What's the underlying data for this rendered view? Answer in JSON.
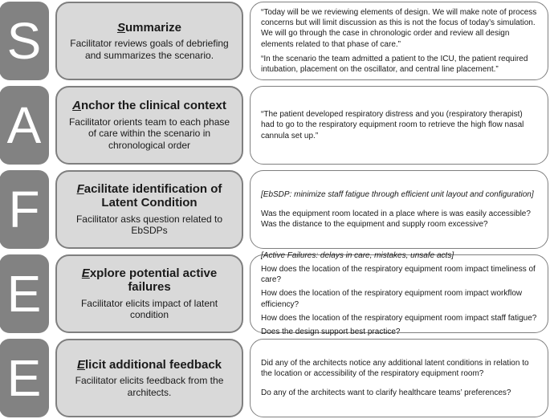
{
  "colors": {
    "letter_badge": "#828282",
    "step_card_fill": "#d9d9d9",
    "card_border": "#7f7f7f",
    "panel_fill": "#ffffff",
    "text": "#1a1a1a"
  },
  "rows": [
    {
      "letter": "S",
      "title_initial": "S",
      "title_rest": "ummarize",
      "description": "Facilitator reviews goals of debriefing and summarizes the scenario.",
      "panel": [
        {
          "text": "“Today will be we reviewing elements of design. We will make note of process concerns but will limit discussion as this is not the focus of today’s simulation. We will go through the case in chronologic order and review all design elements related to that phase of care.”"
        },
        {
          "text": "“In the scenario the team admitted a patient to the ICU, the patient required intubation, placement on the oscillator, and central line placement.”"
        }
      ]
    },
    {
      "letter": "A",
      "title_initial": "A",
      "title_rest": "nchor the clinical context",
      "description": "Facilitator orients team to each phase of care within the scenario in chronological order",
      "panel": [
        {
          "text": "“The patient developed respiratory distress and you (respiratory therapist) had to go to the respiratory equipment room to retrieve the high flow nasal cannula set up.”"
        }
      ]
    },
    {
      "letter": "F",
      "title_initial": "F",
      "title_rest": "acilitate identification of Latent Condition",
      "description": "Facilitator asks question related to EbSDPs",
      "panel": [
        {
          "text": "[EbSDP: minimize staff fatigue through efficient unit layout and configuration]"
        },
        {
          "text": "Was the equipment room located in a place where is was easily accessible? Was the distance to the equipment and supply room excessive?"
        }
      ]
    },
    {
      "letter": "E",
      "title_initial": "E",
      "title_rest": "xplore potential active failures",
      "description": "Facilitator elicits impact of latent condition",
      "panel": [
        {
          "text": "[Active Failures: delays in care, mistakes, unsafe acts]"
        },
        {
          "text": "How does the location of the respiratory equipment room impact timeliness of care?"
        },
        {
          "text": "How does the location of the respiratory equipment room impact workflow efficiency?"
        },
        {
          "text": "How does the location of the respiratory equipment room impact staff fatigue?"
        },
        {
          "text": "Does the design support best practice?"
        }
      ]
    },
    {
      "letter": "E",
      "title_initial": "E",
      "title_rest": "licit additional feedback",
      "description": "Facilitator elicits feedback from the architects.",
      "panel": [
        {
          "text": "Did any of the architects notice any additional latent conditions in relation to the location or accessibility of the respiratory equipment room?"
        },
        {
          "text": "Do any of the architects want to clarify healthcare teams’ preferences?"
        }
      ]
    }
  ]
}
